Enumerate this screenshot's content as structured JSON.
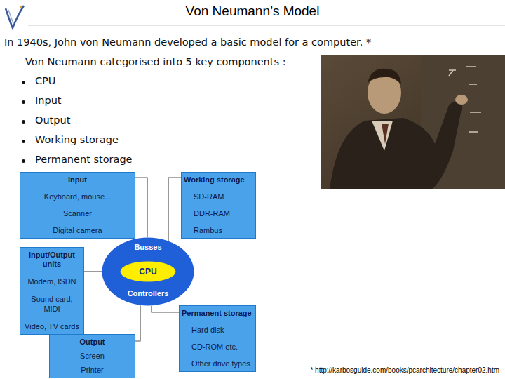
{
  "diagram": {
    "title": "Von Neumann’s Model",
    "nodes": [
      {
        "text": [
          "Input",
          "Keyboard, mouse...",
          "Scanner",
          "Digital camera"
        ]
      },
      {
        "text": [
          "Working storage",
          "SD-RAM",
          "DDR-RAM",
          "Rambus"
        ]
      },
      {
        "text": [
          "Input/Output units",
          "Modem, ISDN",
          "Sound card, MIDI",
          "Video, TV cards"
        ]
      },
      {
        "text": [
          "Busses",
          "Controllers"
        ]
      },
      {
        "text": [
          "CPU"
        ],
        "in": 3
      },
      {
        "text": [
          "Permanent storage",
          "Hard disk",
          "CD-ROM etc.",
          "Other drive types"
        ]
      },
      {
        "text": [
          "Output",
          "Screen",
          "Printer"
        ]
      }
    ],
    "edges": [
      {
        "from": 3,
        "to": 0,
        "arrow": "none"
      },
      {
        "from": 3,
        "to": 1,
        "arrow": "none"
      },
      {
        "from": 3,
        "to": 2,
        "arrow": "none"
      },
      {
        "from": 3,
        "to": 5,
        "arrow": "none"
      },
      {
        "from": 3,
        "to": 6,
        "arrow": "none"
      }
    ],
    "labels": [
      "In 1940s, John von Neumann developed a basic model for a computer. *",
      "Von Neumann categorised into 5 key components :",
      "CPU",
      "Input",
      "Output",
      "Working storage",
      "Permanent storage",
      "* http://karbosguide.com/books/pcarchitecture/chapter02.htm"
    ]
  }
}
